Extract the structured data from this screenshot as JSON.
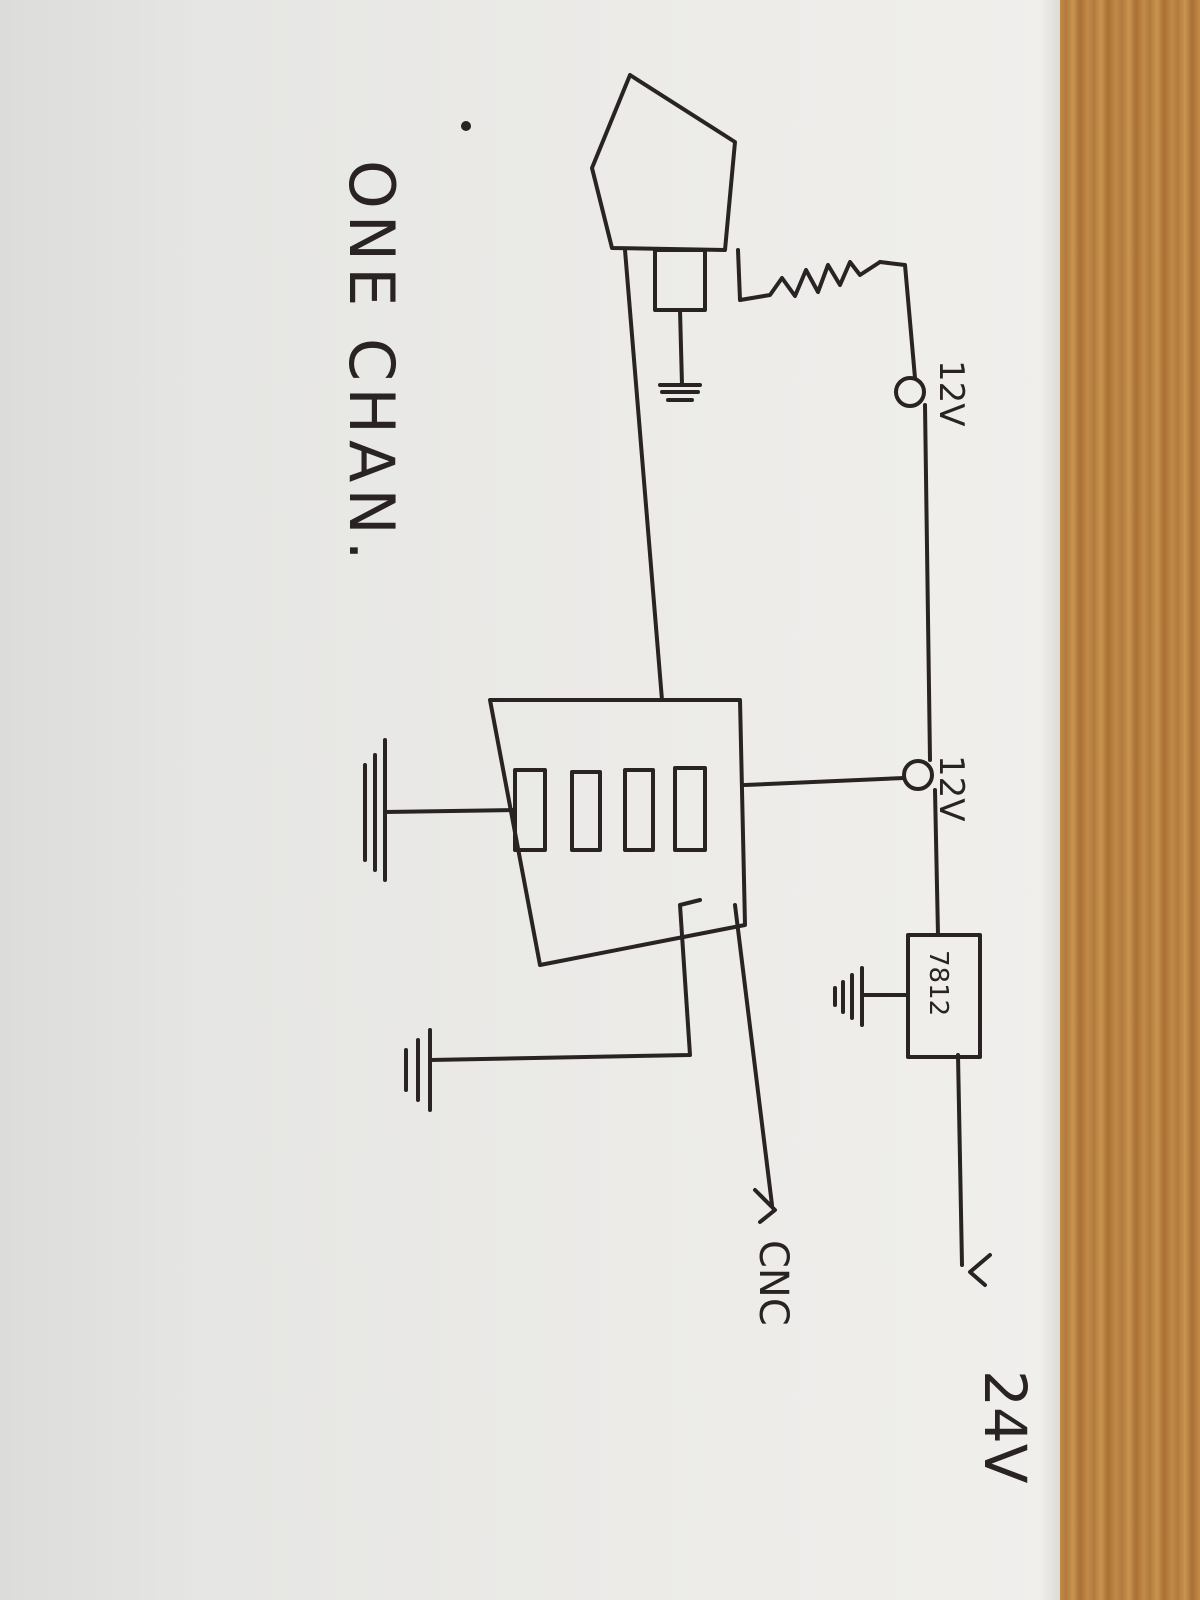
{
  "labels": {
    "supply_voltage": "24V",
    "regulator": "7812",
    "node_voltage_top": "12V",
    "node_voltage_mid": "12V",
    "output": "CNC",
    "caption": "ONE CHAN."
  },
  "colors": {
    "ink": "#2a2324",
    "paper": "#ecebe8",
    "wood": "#b8803f"
  }
}
